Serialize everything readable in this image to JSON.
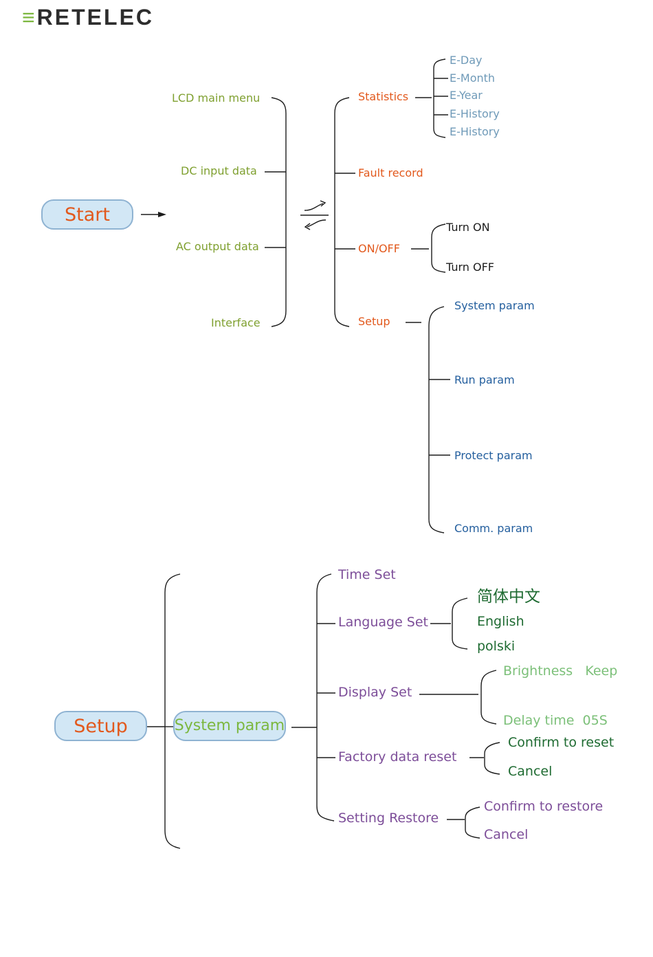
{
  "brand": {
    "logo_text": "RETELEC",
    "accent": "#7cb73f"
  },
  "colors": {
    "menu": "#7fa030",
    "submenu": "#e2591d",
    "stats": "#6f9ab8",
    "setup_params": "#245f9e",
    "system_items": "#7d4e99",
    "display_values": "#7cc079",
    "node_fill": "#d2e7f5"
  },
  "flow_top": {
    "start": "Start",
    "main_menu": [
      "LCD main menu",
      "DC input data",
      "AC output data",
      "Interface"
    ],
    "switch_icon": "bidirectional-switch-icon",
    "submenu": {
      "statistics": {
        "label": "Statistics",
        "items": [
          "E-Day",
          "E-Month",
          "E-Year",
          "E-History",
          "E-History"
        ]
      },
      "fault_record": "Fault record",
      "on_off": {
        "label": "ON/OFF",
        "items": [
          "Turn ON",
          "Turn OFF"
        ]
      },
      "setup": {
        "label": "Setup",
        "items": [
          "System param",
          "Run param",
          "Protect param",
          "Comm. param"
        ]
      }
    }
  },
  "flow_bottom": {
    "setup": "Setup",
    "system_param": "System param",
    "items": {
      "time_set": "Time Set",
      "language_set": {
        "label": "Language Set",
        "options": [
          "简体中文",
          "English",
          "polski"
        ]
      },
      "display_set": {
        "label": "Display Set",
        "options": [
          "Brightness   Keep",
          "Delay time  05S"
        ]
      },
      "factory_reset": {
        "label": "Factory data reset",
        "options": [
          "Confirm to reset",
          "Cancel"
        ]
      },
      "setting_restore": {
        "label": "Setting Restore",
        "options": [
          "Confirm to restore",
          "Cancel"
        ]
      }
    }
  }
}
